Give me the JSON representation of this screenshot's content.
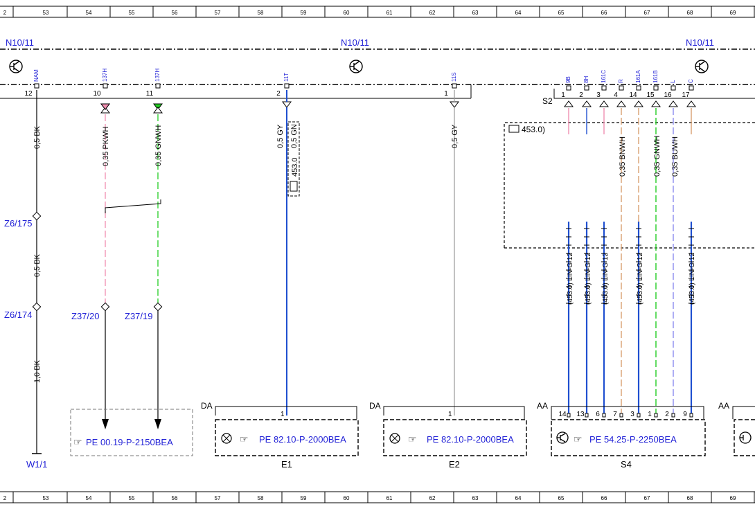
{
  "ruler": {
    "columns": [
      "2",
      "53",
      "54",
      "55",
      "56",
      "57",
      "58",
      "59",
      "60",
      "61",
      "62",
      "63",
      "64",
      "65",
      "66",
      "67",
      "68",
      "69"
    ]
  },
  "header": {
    "labels": [
      "N10/11",
      "N10/11",
      "N10/11"
    ]
  },
  "connector_top": {
    "pins": [
      {
        "num": "12",
        "code": "NAM"
      },
      {
        "num": "10",
        "code": "137H"
      },
      {
        "num": "11",
        "code": "137H"
      },
      {
        "num": "2",
        "code": "11T"
      },
      {
        "num": "1",
        "code": "11S"
      }
    ],
    "s2_label": "S2",
    "s2_pins": [
      {
        "num": "1",
        "code": "9B"
      },
      {
        "num": "2",
        "code": "8H"
      },
      {
        "num": "3",
        "code": "161C"
      },
      {
        "num": "4",
        "code": "R"
      },
      {
        "num": "14",
        "code": "161A"
      },
      {
        "num": "15",
        "code": "161B"
      },
      {
        "num": "16",
        "code": "L"
      },
      {
        "num": "17",
        "code": "C"
      }
    ]
  },
  "wires": {
    "w1": "0,5 BK",
    "w2": "0,5 BK",
    "w3": "1,0 BK",
    "pk": "0,35 PKWH",
    "gn": "0,35 GNWH",
    "gy1": "0,5 GY",
    "gn1": "0,5 GN",
    "gy2": "0,5 GY",
    "bn": "0,35 BNWH",
    "gnwh2": "0,35 GNWH",
    "bu": "0,35 BUWH",
    "can1": "(453.0) LIN-G 12",
    "can2": "(453.0) LIN-G 12",
    "can3": "(453.0) LIN-G 12",
    "can4": "(453.0) LIN-G 12",
    "can5": "(453.0) LIN-G 12"
  },
  "nodes": {
    "z6_175": "Z6/175",
    "z6_174": "Z6/174",
    "z37_20": "Z37/20",
    "z37_19": "Z37/19",
    "w1_1": "W1/1"
  },
  "boxes": {
    "ref_453_left": "453.0",
    "ref_453_right": "453.0)",
    "pe_left": "PE 00.19-P-2150BEA",
    "e1_label": "DA",
    "e1_pin": "1",
    "e1_ref": "PE 82.10-P-2000BEA",
    "e1_name": "E1",
    "e2_label": "DA",
    "e2_pin": "1",
    "e2_ref": "PE 82.10-P-2000BEA",
    "e2_name": "E2",
    "s4_label": "AA",
    "s4_pins": [
      "14",
      "13",
      "6",
      "7",
      "3",
      "1",
      "2",
      "9"
    ],
    "s4_ref": "PE 54.25-P-2250BEA",
    "s4_name": "S4",
    "aa_right": "AA"
  },
  "colors": {
    "blue_text": "#1f1fd6",
    "wire_blue": "#1f4fd0",
    "wire_green": "#22cc22",
    "wire_pink": "#f08fb0",
    "wire_brown": "#d8a070",
    "wire_lightblue": "#8c8cf0",
    "wire_gray": "#999999"
  }
}
